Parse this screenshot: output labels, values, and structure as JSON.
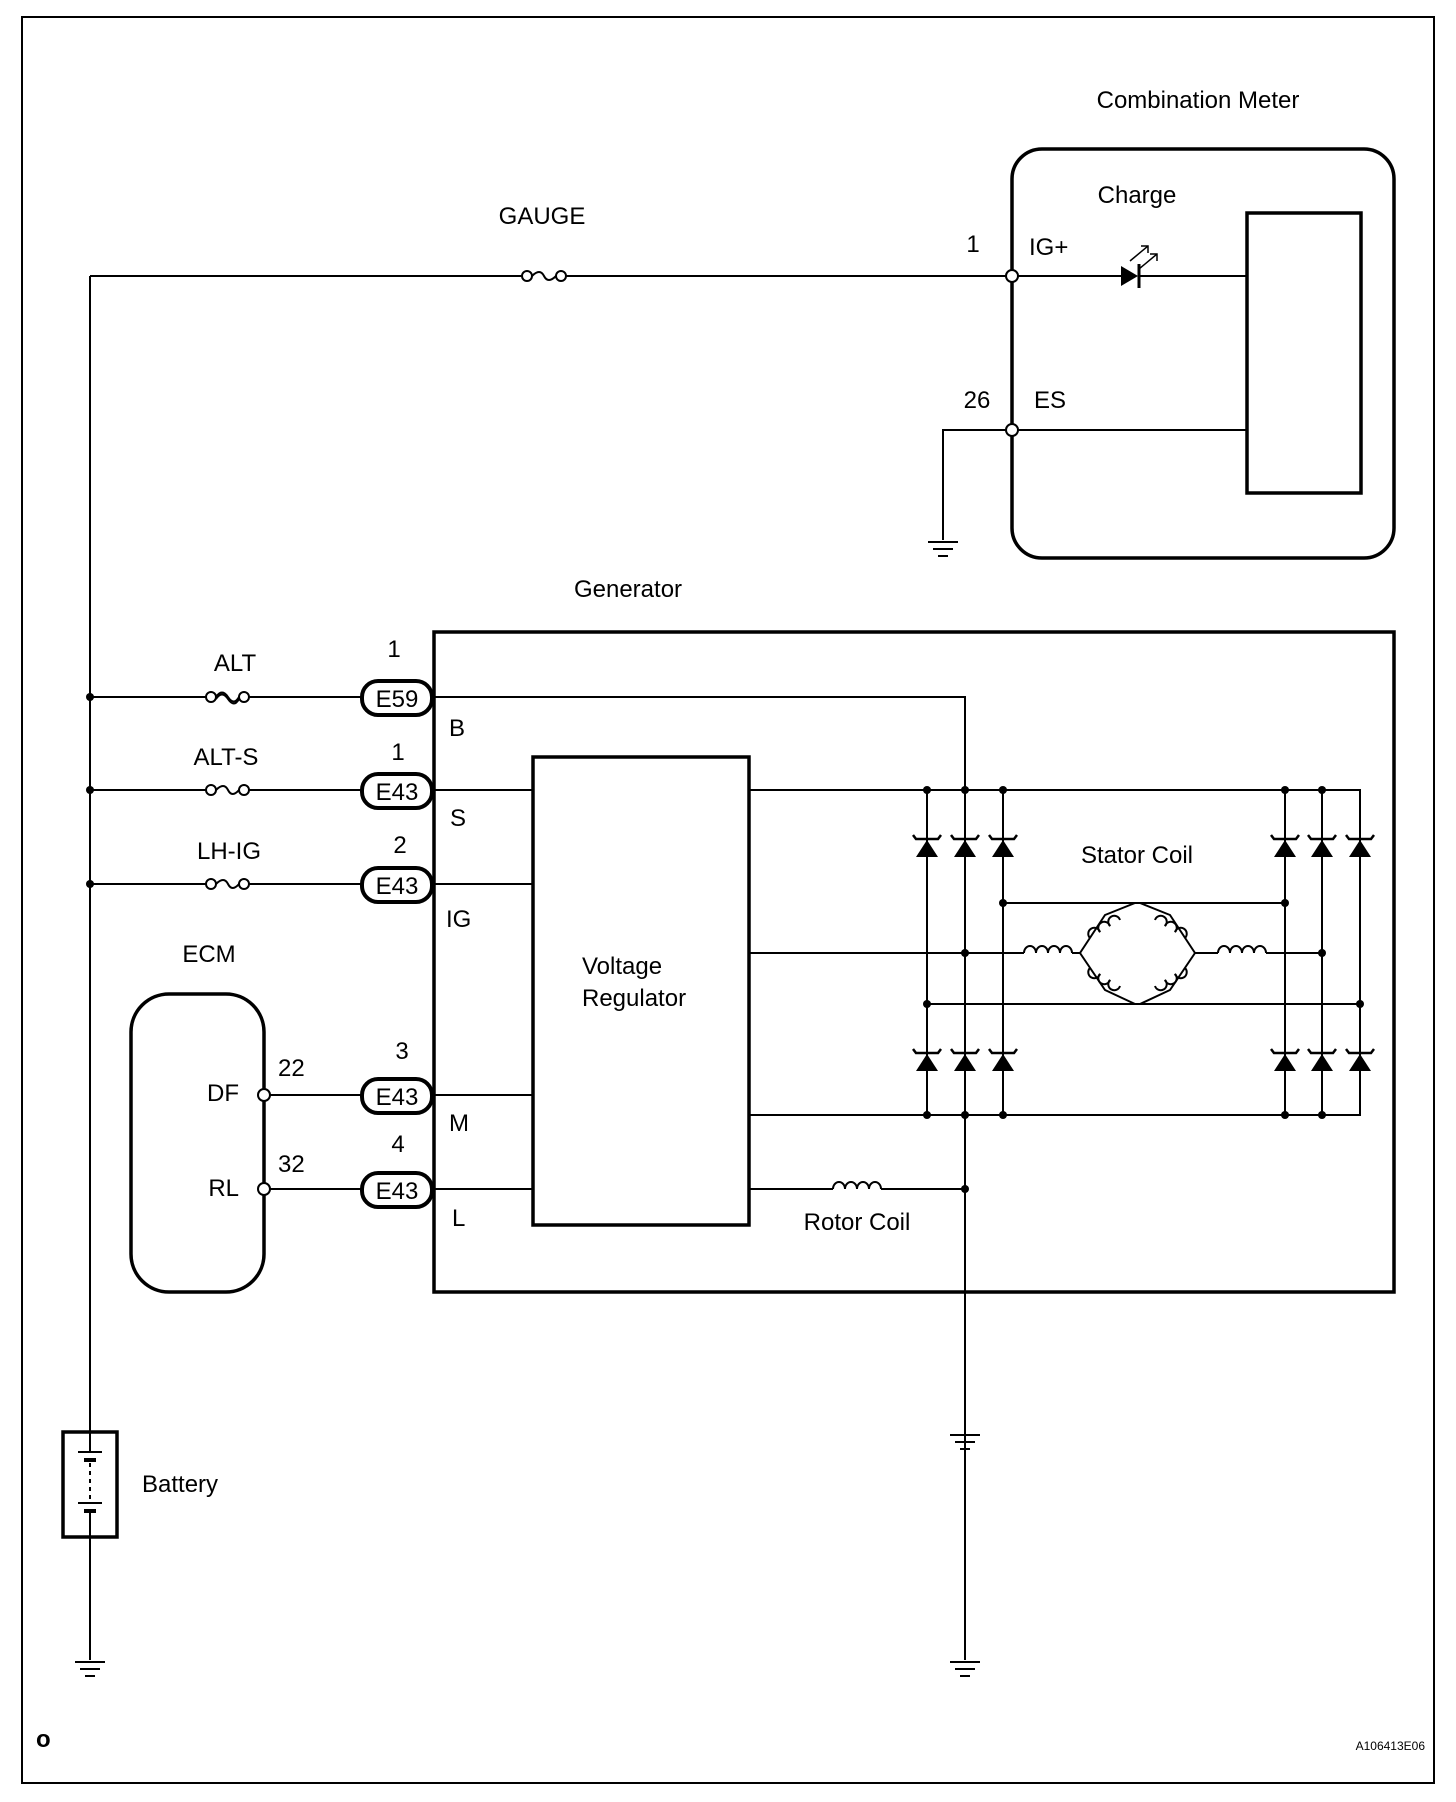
{
  "components": {
    "combination_meter": "Combination Meter",
    "charge": "Charge",
    "generator": "Generator",
    "ecm": "ECM",
    "battery": "Battery",
    "voltage_regulator_line1": "Voltage",
    "voltage_regulator_line2": "Regulator",
    "stator_coil": "Stator Coil",
    "rotor_coil": "Rotor Coil"
  },
  "fuses": {
    "gauge": "GAUGE",
    "alt": "ALT",
    "alt_s": "ALT-S",
    "lh_ig": "LH-IG"
  },
  "meter_terminals": {
    "ig_plus": {
      "pin": "1",
      "name": "IG+"
    },
    "es": {
      "pin": "26",
      "name": "ES"
    }
  },
  "generator_terminals": [
    {
      "connector": "E59",
      "pin": "1",
      "name": "B"
    },
    {
      "connector": "E43",
      "pin": "1",
      "name": "S"
    },
    {
      "connector": "E43",
      "pin": "2",
      "name": "IG"
    },
    {
      "connector": "E43",
      "pin": "3",
      "name": "M"
    },
    {
      "connector": "E43",
      "pin": "4",
      "name": "L"
    }
  ],
  "ecm_terminals": {
    "df": {
      "pin": "22",
      "name": "DF"
    },
    "rl": {
      "pin": "32",
      "name": "RL"
    }
  },
  "footer": {
    "left_mark": "o",
    "figure_id": "A106413E06"
  }
}
